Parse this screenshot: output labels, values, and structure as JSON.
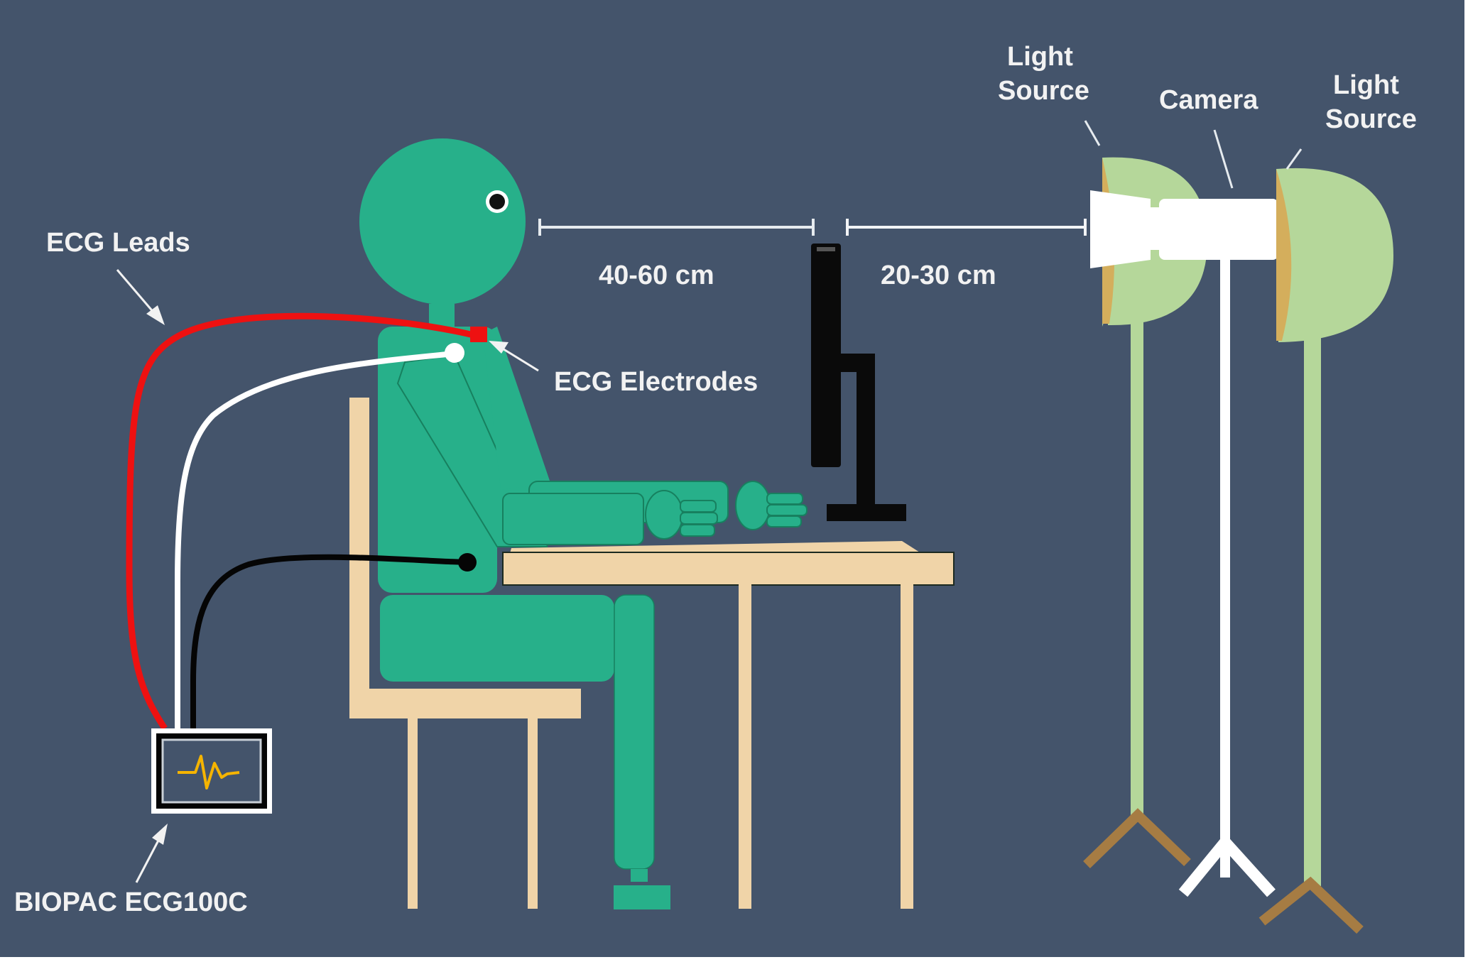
{
  "diagram": {
    "title": "Experimental setup: ECG recording and camera-based measurement",
    "colors": {
      "background": "#44546b",
      "outer_border": "#ffffff",
      "person": "#27b08a",
      "person_outline": "#17805f",
      "furniture": "#f0d4a8",
      "monitor": "#0a0a0a",
      "lamp_shade": "#b5d79a",
      "lamp_inner": "#d4ae5c",
      "lamp_base": "#a67c43",
      "camera": "#ffffff",
      "lead_red": "#ee1111",
      "lead_white": "#ffffff",
      "lead_black": "#050505",
      "ecg_waveform": "#f5b400",
      "label_text": "#f2f2f2"
    },
    "labels": {
      "ecg_leads": "ECG Leads",
      "ecg_electrodes": "ECG Electrodes",
      "biopac_device": "BIOPAC ECG100C",
      "distance_eye_to_monitor": "40-60 cm",
      "distance_monitor_to_camera": "20-30 cm",
      "light_source_left_line1": "Light",
      "light_source_left_line2": "Source",
      "camera": "Camera",
      "light_source_right_line1": "Light",
      "light_source_right_line2": "Source"
    },
    "components": [
      {
        "name": "Subject (seated person)",
        "icon": "person-icon"
      },
      {
        "name": "Chair",
        "icon": "chair-icon"
      },
      {
        "name": "Desk",
        "icon": "desk-icon"
      },
      {
        "name": "Monitor",
        "icon": "monitor-icon"
      },
      {
        "name": "Camera on tripod",
        "icon": "camera-icon"
      },
      {
        "name": "Light Source (left)",
        "icon": "lamp-icon"
      },
      {
        "name": "Light Source (right)",
        "icon": "lamp-icon"
      },
      {
        "name": "BIOPAC ECG100C amplifier",
        "icon": "ecg-monitor-icon"
      },
      {
        "name": "ECG Leads (red, white, black)",
        "icon": "cable-icon"
      }
    ]
  }
}
